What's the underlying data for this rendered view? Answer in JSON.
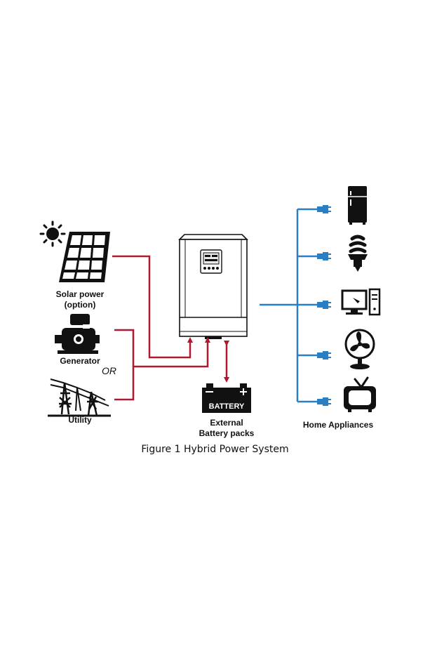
{
  "labels": {
    "solar": "Solar power",
    "solar_option": "(option)",
    "generator": "Generator",
    "or": "OR",
    "utility": "Utility",
    "battery_text": "BATTERY",
    "battery_line1": "External",
    "battery_line2": "Battery packs",
    "appliances": "Home Appliances"
  },
  "caption": "Figure 1 Hybrid Power System",
  "colors": {
    "power_line": "#b0192f",
    "ac_line": "#2a7fc4",
    "outline": "#111111"
  }
}
